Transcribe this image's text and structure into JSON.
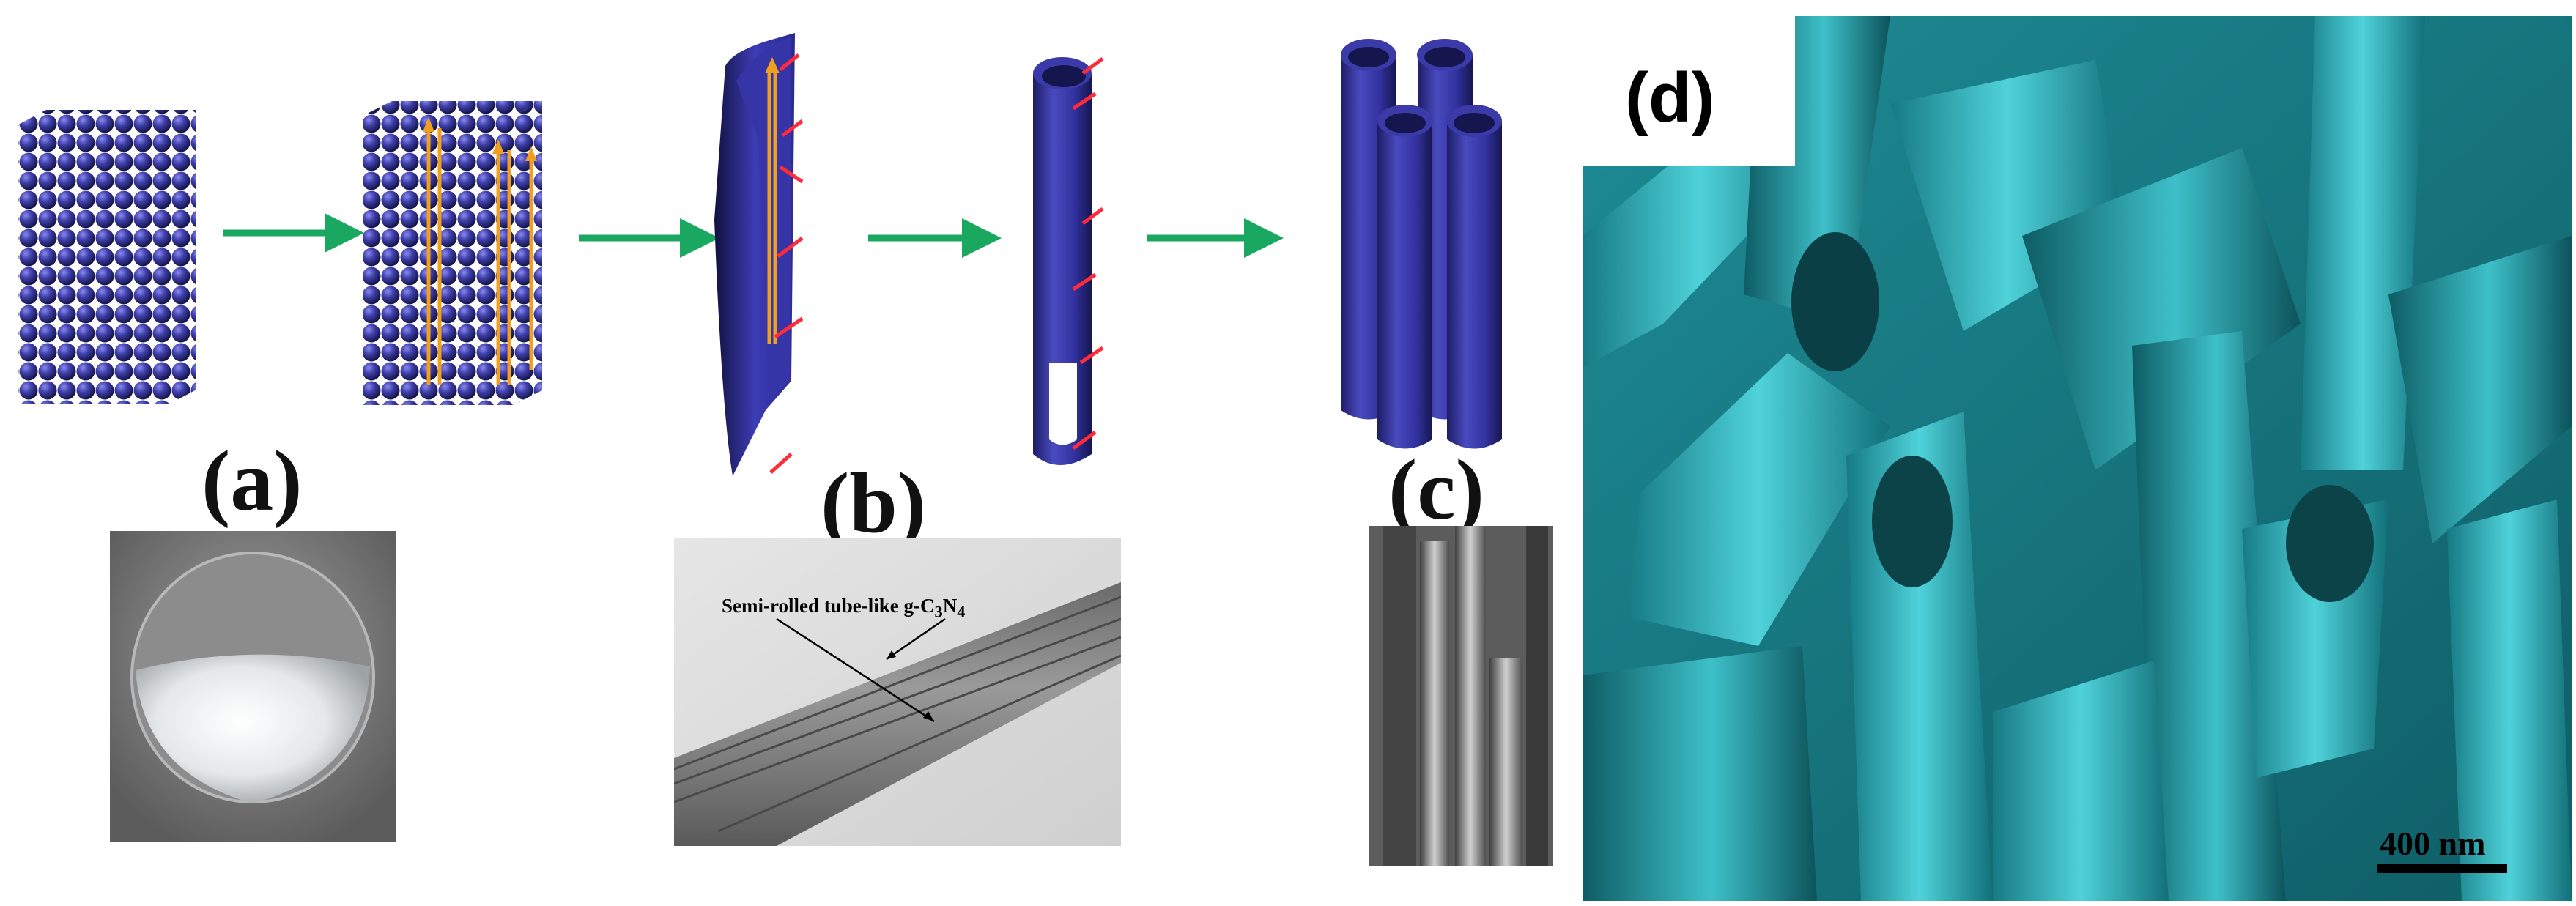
{
  "figure": {
    "panels": [
      {
        "id": "a",
        "label": "(a)"
      },
      {
        "id": "b",
        "label": "(b)"
      },
      {
        "id": "c",
        "label": "(c)"
      },
      {
        "id": "d",
        "label": "(d)"
      }
    ],
    "tem_annotation": {
      "prefix": "Semi-rolled tube-like g-C",
      "sub1": "3",
      "mid": "N",
      "sub2": "4"
    },
    "scale_bar": "400 nm"
  },
  "colors": {
    "sphere": "#3a3aa0",
    "tube": "#34349a",
    "arrow_green": "#1aa860",
    "arrow_red": "#ff2a3a",
    "arrow_orange": "#f0a020",
    "sem_cyan": "#2fb8c0"
  }
}
